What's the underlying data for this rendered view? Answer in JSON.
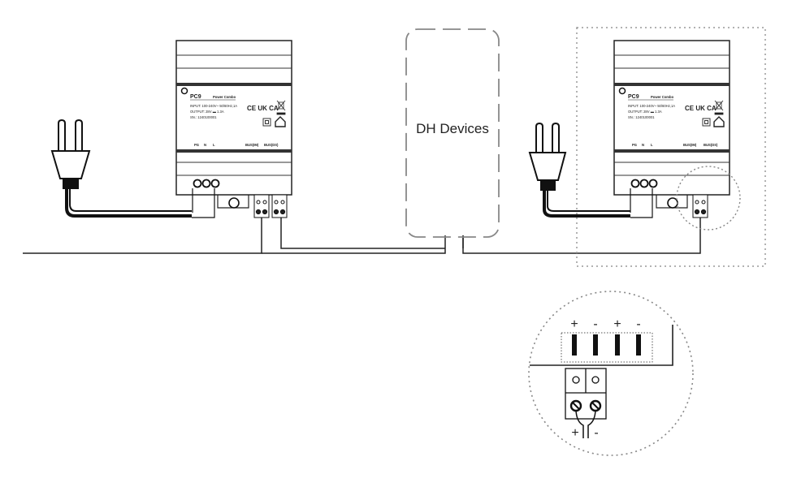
{
  "diagram": {
    "devices_label": "DH Devices",
    "units": [
      {
        "model": "PC9",
        "product": "Power Combo",
        "input": "INPUT: 100-240V~ 50/60Hz,1A",
        "output": "OUTPUT: 28V ▬ 1.3A",
        "sn": "SN.: 1240100001",
        "marks": "CE UK CA",
        "terminals": [
          "PG",
          "N",
          "L",
          "BUS(IM)",
          "BUS(DS)"
        ]
      },
      {
        "model": "PC9",
        "product": "Power Combo",
        "input": "INPUT: 100-240V~ 50/60Hz,1A",
        "output": "OUTPUT: 28V ▬ 1.3A",
        "sn": "SN.: 1240100001",
        "marks": "CE UK CA",
        "terminals": [
          "PG",
          "N",
          "L",
          "BUS(IM)",
          "BUS(DS)"
        ]
      }
    ],
    "detail_polarity": [
      "+",
      "-",
      "+",
      "-"
    ],
    "detail_wire_polarity": [
      "+",
      "-"
    ]
  }
}
